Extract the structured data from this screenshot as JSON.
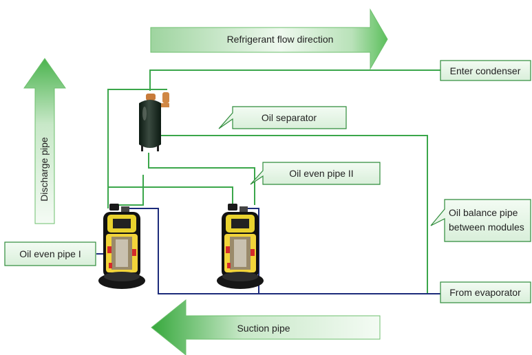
{
  "labels": {
    "refrigerant_flow": "Refrigerant flow direction",
    "enter_condenser": "Enter condenser",
    "oil_separator": "Oil separator",
    "discharge_pipe": "Discharge pipe",
    "oil_even_pipe_2": "Oil even pipe II",
    "oil_balance_pipe_line1": "Oil balance pipe",
    "oil_balance_pipe_line2": "between modules",
    "oil_even_pipe_1": "Oil even pipe I",
    "from_evaporator": "From evaporator",
    "suction_pipe": "Suction pipe"
  },
  "colors": {
    "green_pipe": "#3aa64a",
    "blue_pipe": "#1b2a7a",
    "arrow_fill_dark": "#9ed49f",
    "arrow_fill_light": "#eef8ee",
    "arrow_border": "#6cbf6c",
    "label_border": "#2e8b3a"
  },
  "icons": {
    "oil_separator": "oil-separator-tank-icon",
    "compressor": "scroll-compressor-icon"
  }
}
